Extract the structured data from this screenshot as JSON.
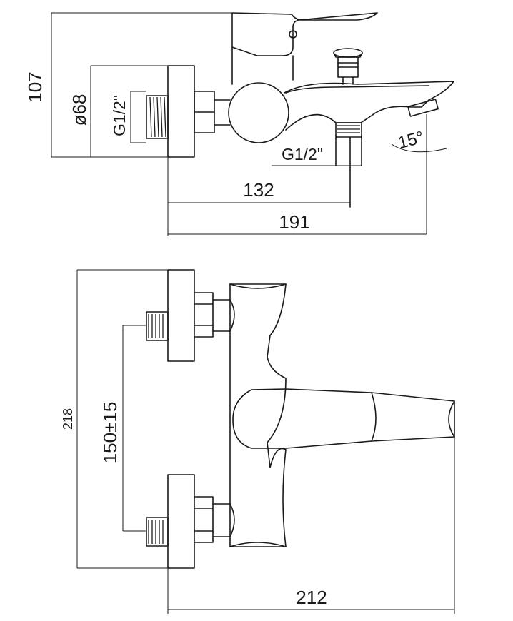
{
  "dimensions": {
    "height_side": "107",
    "flange_diameter": "ø68",
    "thread_inlet": "G1/2\"",
    "thread_outlet": "G1/2\"",
    "angle": "15°",
    "outlet_distance": "132",
    "total_depth": "191",
    "total_height_front": "218",
    "inlet_spacing": "150±15",
    "total_width_front": "212"
  }
}
